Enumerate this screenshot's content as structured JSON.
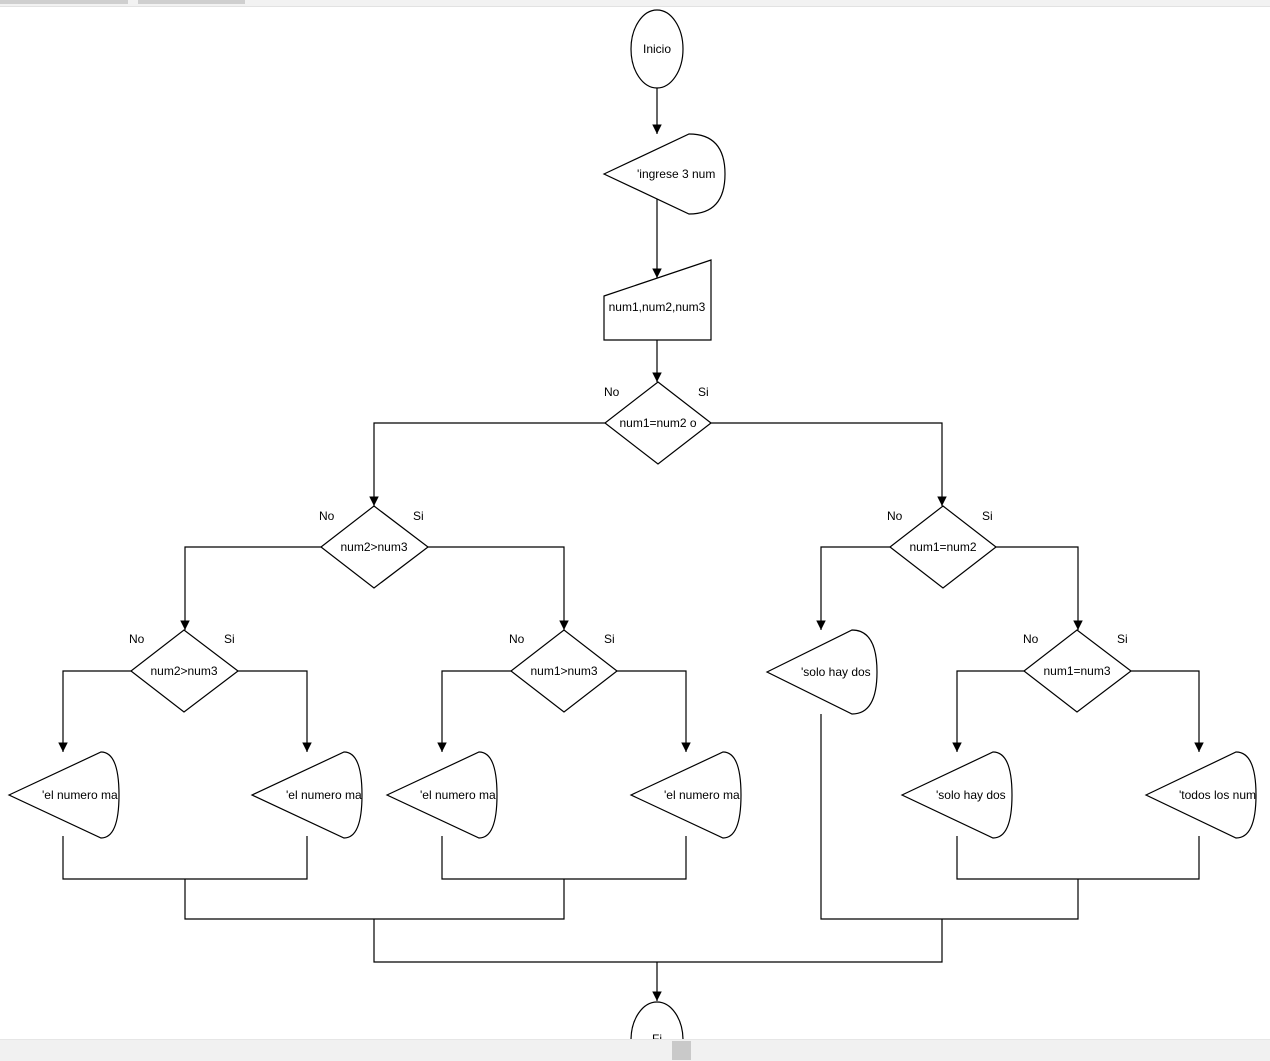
{
  "nodes": {
    "inicio": "Inicio",
    "prompt": "'ingrese 3 num",
    "input": "num1,num2,num3",
    "dec_top": "num1=num2 o",
    "dec_left": "num2>num3",
    "dec_ll": "num2>num3",
    "dec_lr": "num1>num3",
    "dec_right": "num1=num2",
    "dec_rr": "num1=num3",
    "out_1": "'el numero ma",
    "out_2": "'el numero ma",
    "out_3": "'el numero ma",
    "out_4": "'el numero ma",
    "out_solo1": "'solo hay dos",
    "out_solo2": "'solo hay dos",
    "out_todos": "'todos los num",
    "fin": "Fi"
  },
  "labels": {
    "no": "No",
    "si": "Si"
  }
}
